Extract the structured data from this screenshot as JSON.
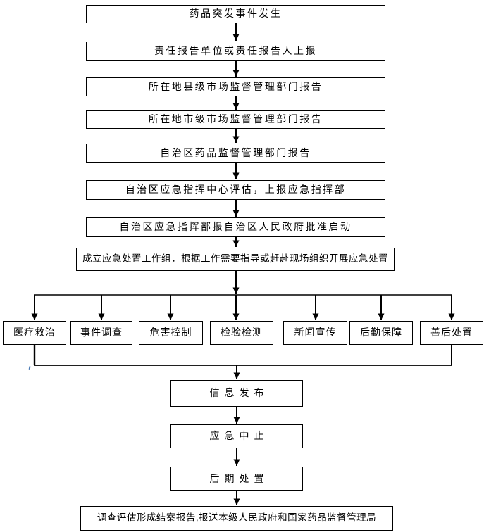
{
  "flowchart": {
    "main_sequence": [
      "药品突发事件发生",
      "责任报告单位或责任报告人上报",
      "所在地县级市场监督管理部门报告",
      "所在地市级市场监督管理部门报告",
      "自治区药品监督管理部门报告",
      "自治区应急指挥中心评估，上报应急指挥部",
      "自治区应急指挥部报自治区人民政府批准启动",
      "成立应急处置工作组，根据工作需要指导或赶赴现场组织开展应急处置"
    ],
    "parallel_tasks": [
      "医疗救治",
      "事件调查",
      "危害控制",
      "检验检测",
      "新闻宣传",
      "后勤保障",
      "善后处置"
    ],
    "closing_sequence": [
      "信息发布",
      "应急中止",
      "后期处置",
      "调查评估形成结案报告,报送本级人民政府和国家药品监督管理局"
    ]
  },
  "colors": {
    "line": "#000000",
    "background": "#ffffff",
    "artifact_blue": "#4a7ab5"
  }
}
